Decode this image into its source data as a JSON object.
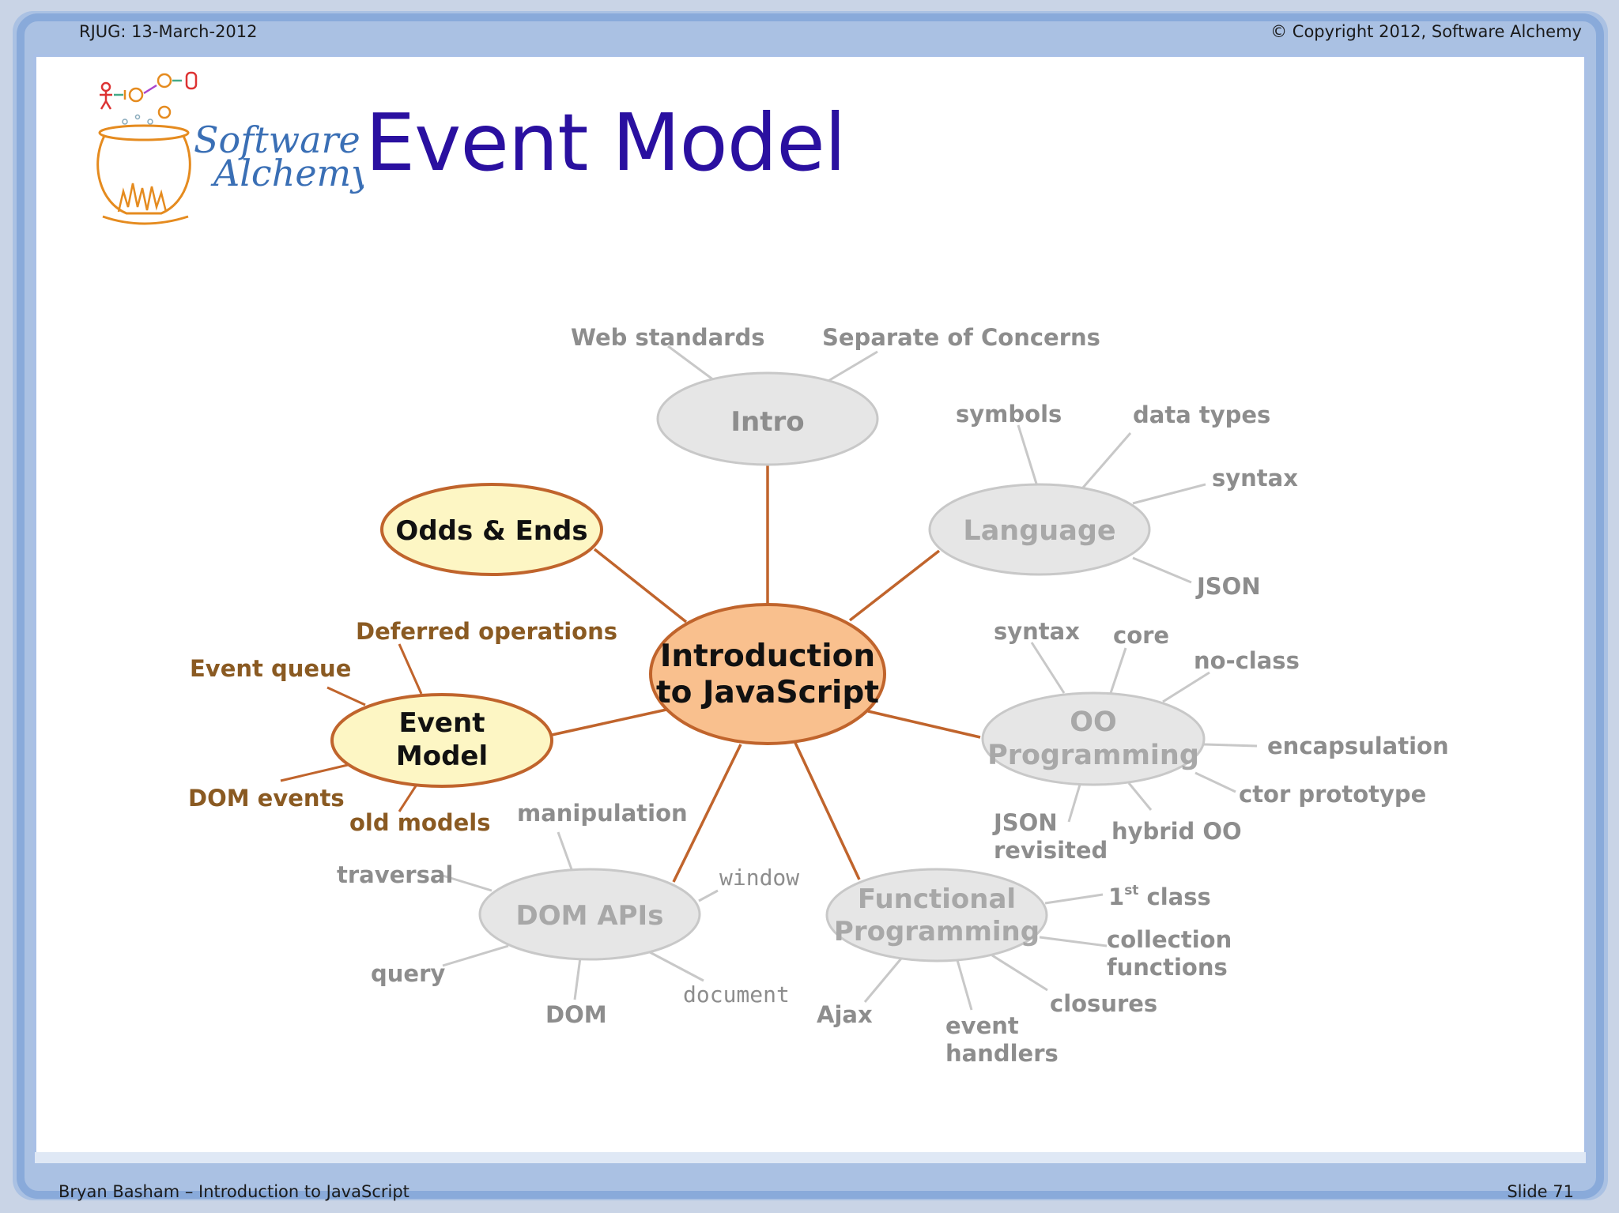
{
  "header": {
    "left": "RJUG:  13-March-2012",
    "right": "© Copyright 2012, Software Alchemy"
  },
  "footer": {
    "left": "Bryan Basham – Introduction to JavaScript",
    "right": "Slide 71"
  },
  "logo": {
    "line1": "Software",
    "line2": "Alchemy"
  },
  "title": "Event Model",
  "mindmap": {
    "center": {
      "line1": "Introduction",
      "line2": "to JavaScript"
    },
    "odds": {
      "label": "Odds & Ends"
    },
    "intro": {
      "label": "Intro",
      "leaves": [
        "Web standards",
        "Separate of Concerns"
      ]
    },
    "language": {
      "label": "Language",
      "leaves": [
        "symbols",
        "data types",
        "syntax",
        "JSON"
      ]
    },
    "oo": {
      "line1": "OO",
      "line2": "Programming",
      "leaves": {
        "syntax": "syntax",
        "core": "core",
        "noclass": "no-class",
        "encapsulation": "encapsulation",
        "ctor": "ctor prototype",
        "hybrid": "hybrid OO",
        "json1": "JSON",
        "json2": "revisited"
      }
    },
    "functional": {
      "line1": "Functional",
      "line2": "Programming",
      "leaves": {
        "first": "1",
        "first_sup": "st",
        "first_rest": " class",
        "coll1": "collection",
        "coll2": "functions",
        "closures": "closures",
        "event1": "event",
        "event2": "handlers",
        "ajax": "Ajax"
      }
    },
    "dom": {
      "label": "DOM APIs",
      "leaves": {
        "manipulation": "manipulation",
        "window": "window",
        "traversal": "traversal",
        "query": "query",
        "dom": "DOM",
        "document": "document"
      }
    },
    "event": {
      "line1": "Event",
      "line2": "Model",
      "leaves": {
        "deferred": "Deferred operations",
        "queue": "Event queue",
        "domevents": "DOM events",
        "oldmodels": "old models"
      }
    }
  },
  "colors": {
    "title": "#2a10a0",
    "highlight_text": "#8a5a22",
    "gray_text": "#8d8d8d",
    "connector": "#c0642c",
    "center_fill": "#f9c08e",
    "highlight_fill": "#fdf6c4",
    "gray_fill": "#e6e6e6",
    "gray_stroke": "#c8c8c8",
    "frame_blue": "#7b9fd6"
  }
}
